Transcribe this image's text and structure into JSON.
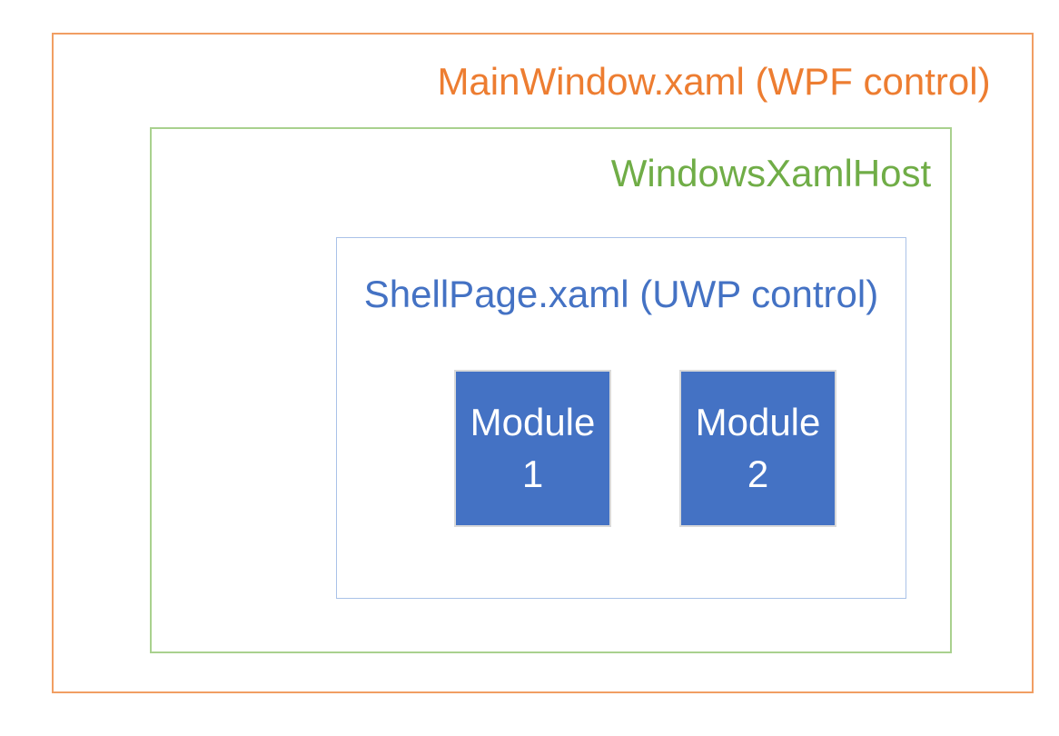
{
  "page": {
    "background_color": "#ffffff"
  },
  "diagram": {
    "main_window": {
      "label": "MainWindow.xaml (WPF control)",
      "text_color": "#ED7D31",
      "border_color": "#F19E63"
    },
    "xaml_host": {
      "label": "WindowsXamlHost",
      "text_color": "#70AD47",
      "border_color": "#A9D18E"
    },
    "shell_page": {
      "label": "ShellPage.xaml (UWP control)",
      "text_color": "#4472C4",
      "border_color": "#AAC2E8"
    },
    "modules": [
      {
        "lines": [
          "Module",
          "1"
        ],
        "fill_color": "#4472C4",
        "border_color": "#D9D9D9",
        "text_color": "#FFFFFF"
      },
      {
        "lines": [
          "Module",
          "2"
        ],
        "fill_color": "#4472C4",
        "border_color": "#D9D9D9",
        "text_color": "#FFFFFF"
      }
    ]
  }
}
